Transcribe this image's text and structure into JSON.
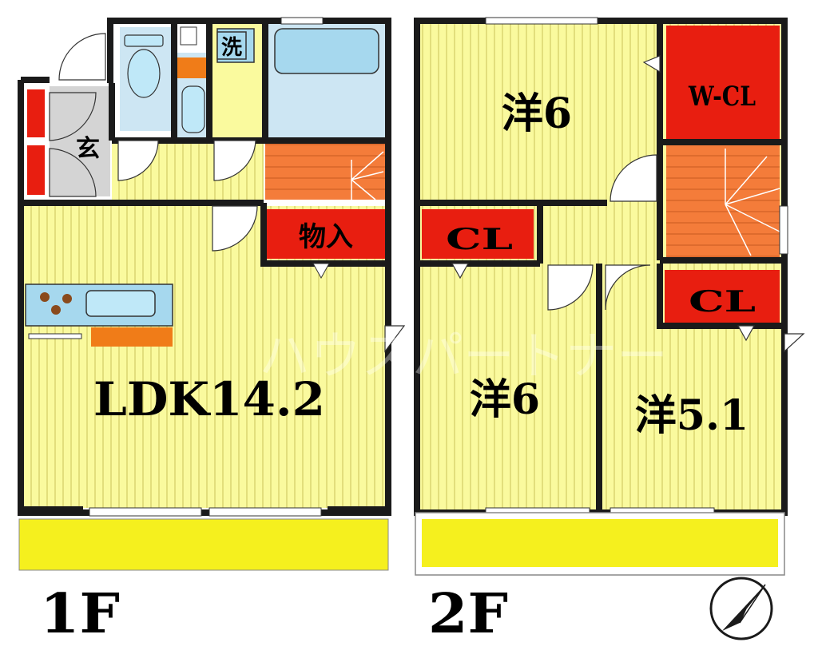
{
  "floors": {
    "first": {
      "floor_label": "1F",
      "rooms": {
        "entrance": "玄",
        "laundry": "洗",
        "storage": "物入",
        "ldk": "LDK14.2"
      }
    },
    "second": {
      "floor_label": "2F",
      "rooms": {
        "bedroom_north": "洋6",
        "walk_in_closet": "W-CL",
        "closet_left": "CL",
        "closet_right": "CL",
        "bedroom_southwest": "洋6",
        "bedroom_southeast": "洋5.1"
      }
    }
  },
  "watermark": "ハウスパートナー",
  "colors": {
    "floor_yellow": "#fafa9e",
    "wall": "#1a1a1a",
    "closet_red": "#e81e10",
    "stairs_orange": "#f47c3a",
    "balcony_yellow": "#f5f01e",
    "kitchen_blue": "#a6d8ee",
    "counter_orange": "#f07c18",
    "gray_tile": "#d4d4d4"
  },
  "icons": [
    "compass-north-arrow-icon",
    "toilet-icon",
    "bathtub-icon",
    "stove-burners-icon",
    "sink-icon"
  ]
}
